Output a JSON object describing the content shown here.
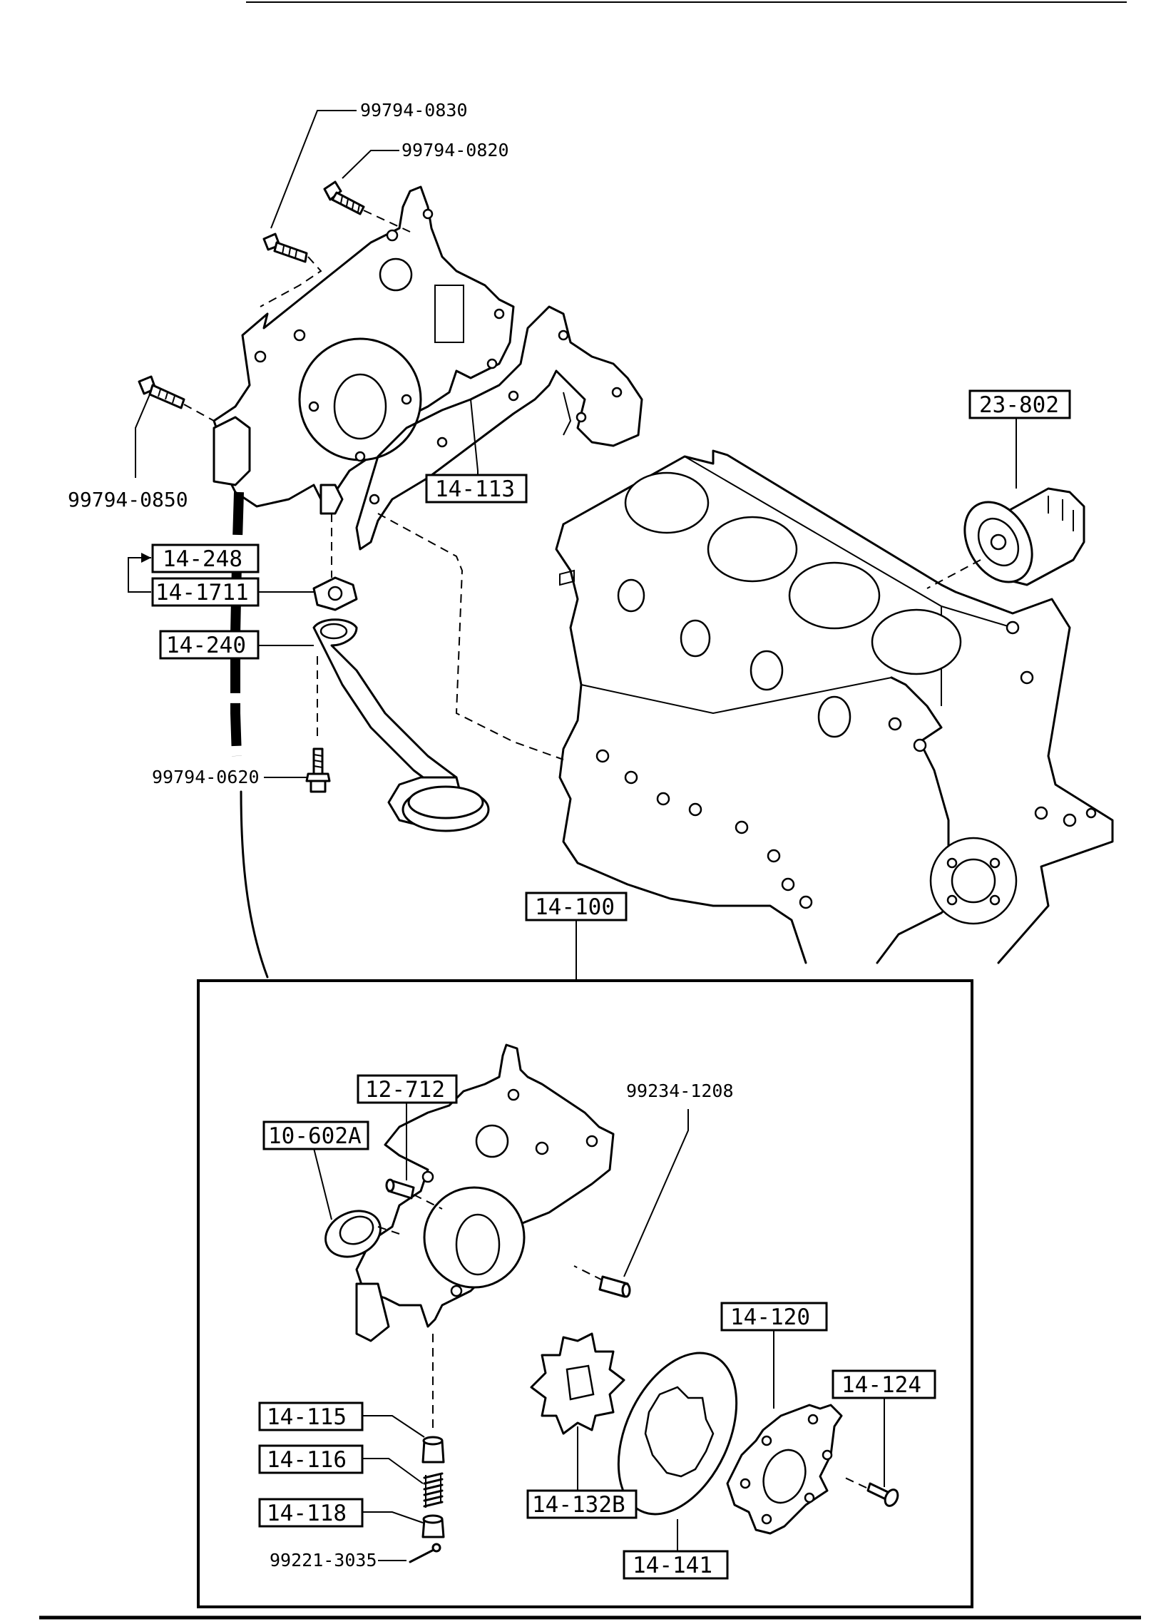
{
  "callouts": {
    "c99794_0830": "99794-0830",
    "c99794_0820": "99794-0820",
    "c99794_0850": "99794-0850",
    "c99794_0620": "99794-0620",
    "c99234_1208": "99234-1208",
    "c99221_3035": "99221-3035"
  },
  "boxed": {
    "b14_113": "14-113",
    "b23_802": "23-802",
    "b14_248": "14-248",
    "b14_1711": "14-1711",
    "b14_240": "14-240",
    "b14_100": "14-100",
    "b12_712": "12-712",
    "b10_602A": "10-602A",
    "b14_120": "14-120",
    "b14_124": "14-124",
    "b14_115": "14-115",
    "b14_116": "14-116",
    "b14_118": "14-118",
    "b14_132B": "14-132B",
    "b14_141": "14-141"
  }
}
